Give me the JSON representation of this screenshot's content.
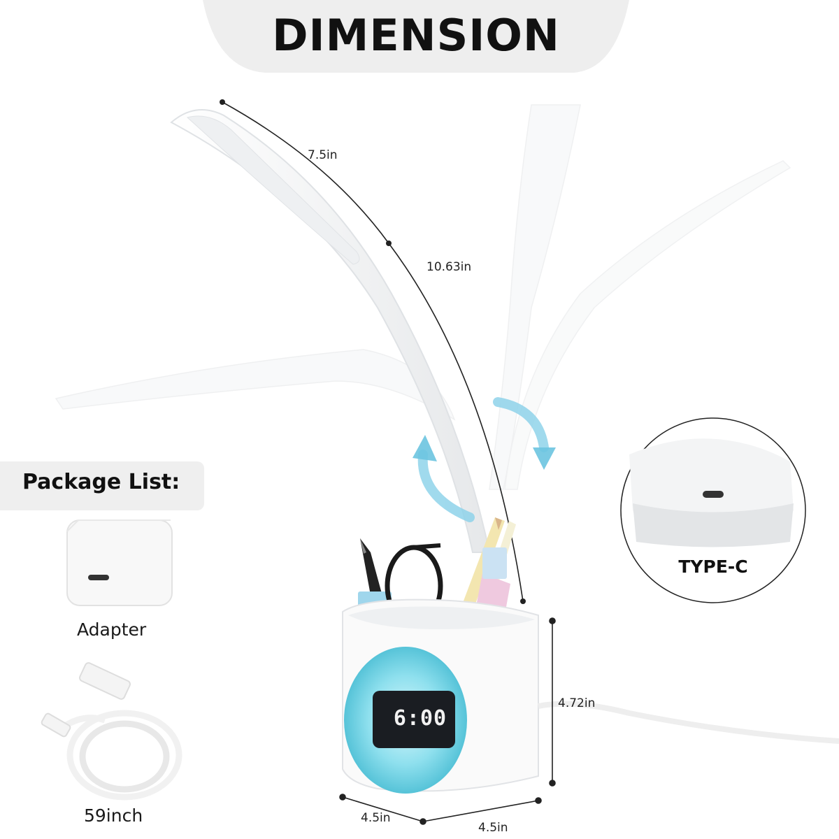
{
  "title": "DIMENSION",
  "dimensions": {
    "upper_arm": "7.5in",
    "lower_arm": "10.63in",
    "base_height": "4.72in",
    "base_depth": "4.5in",
    "base_width": "4.5in"
  },
  "package": {
    "title": "Package List:",
    "items": [
      "Adapter",
      "59inch"
    ]
  },
  "port": {
    "label": "TYPE-C"
  },
  "clock": {
    "time": "6:00"
  },
  "colors": {
    "accent": "#7fd6e6",
    "arrow": "#8fd3ea",
    "title_bg": "#eeeeee",
    "lamp_white": "#fafafa",
    "lamp_shadow": "#e4e6e8"
  }
}
